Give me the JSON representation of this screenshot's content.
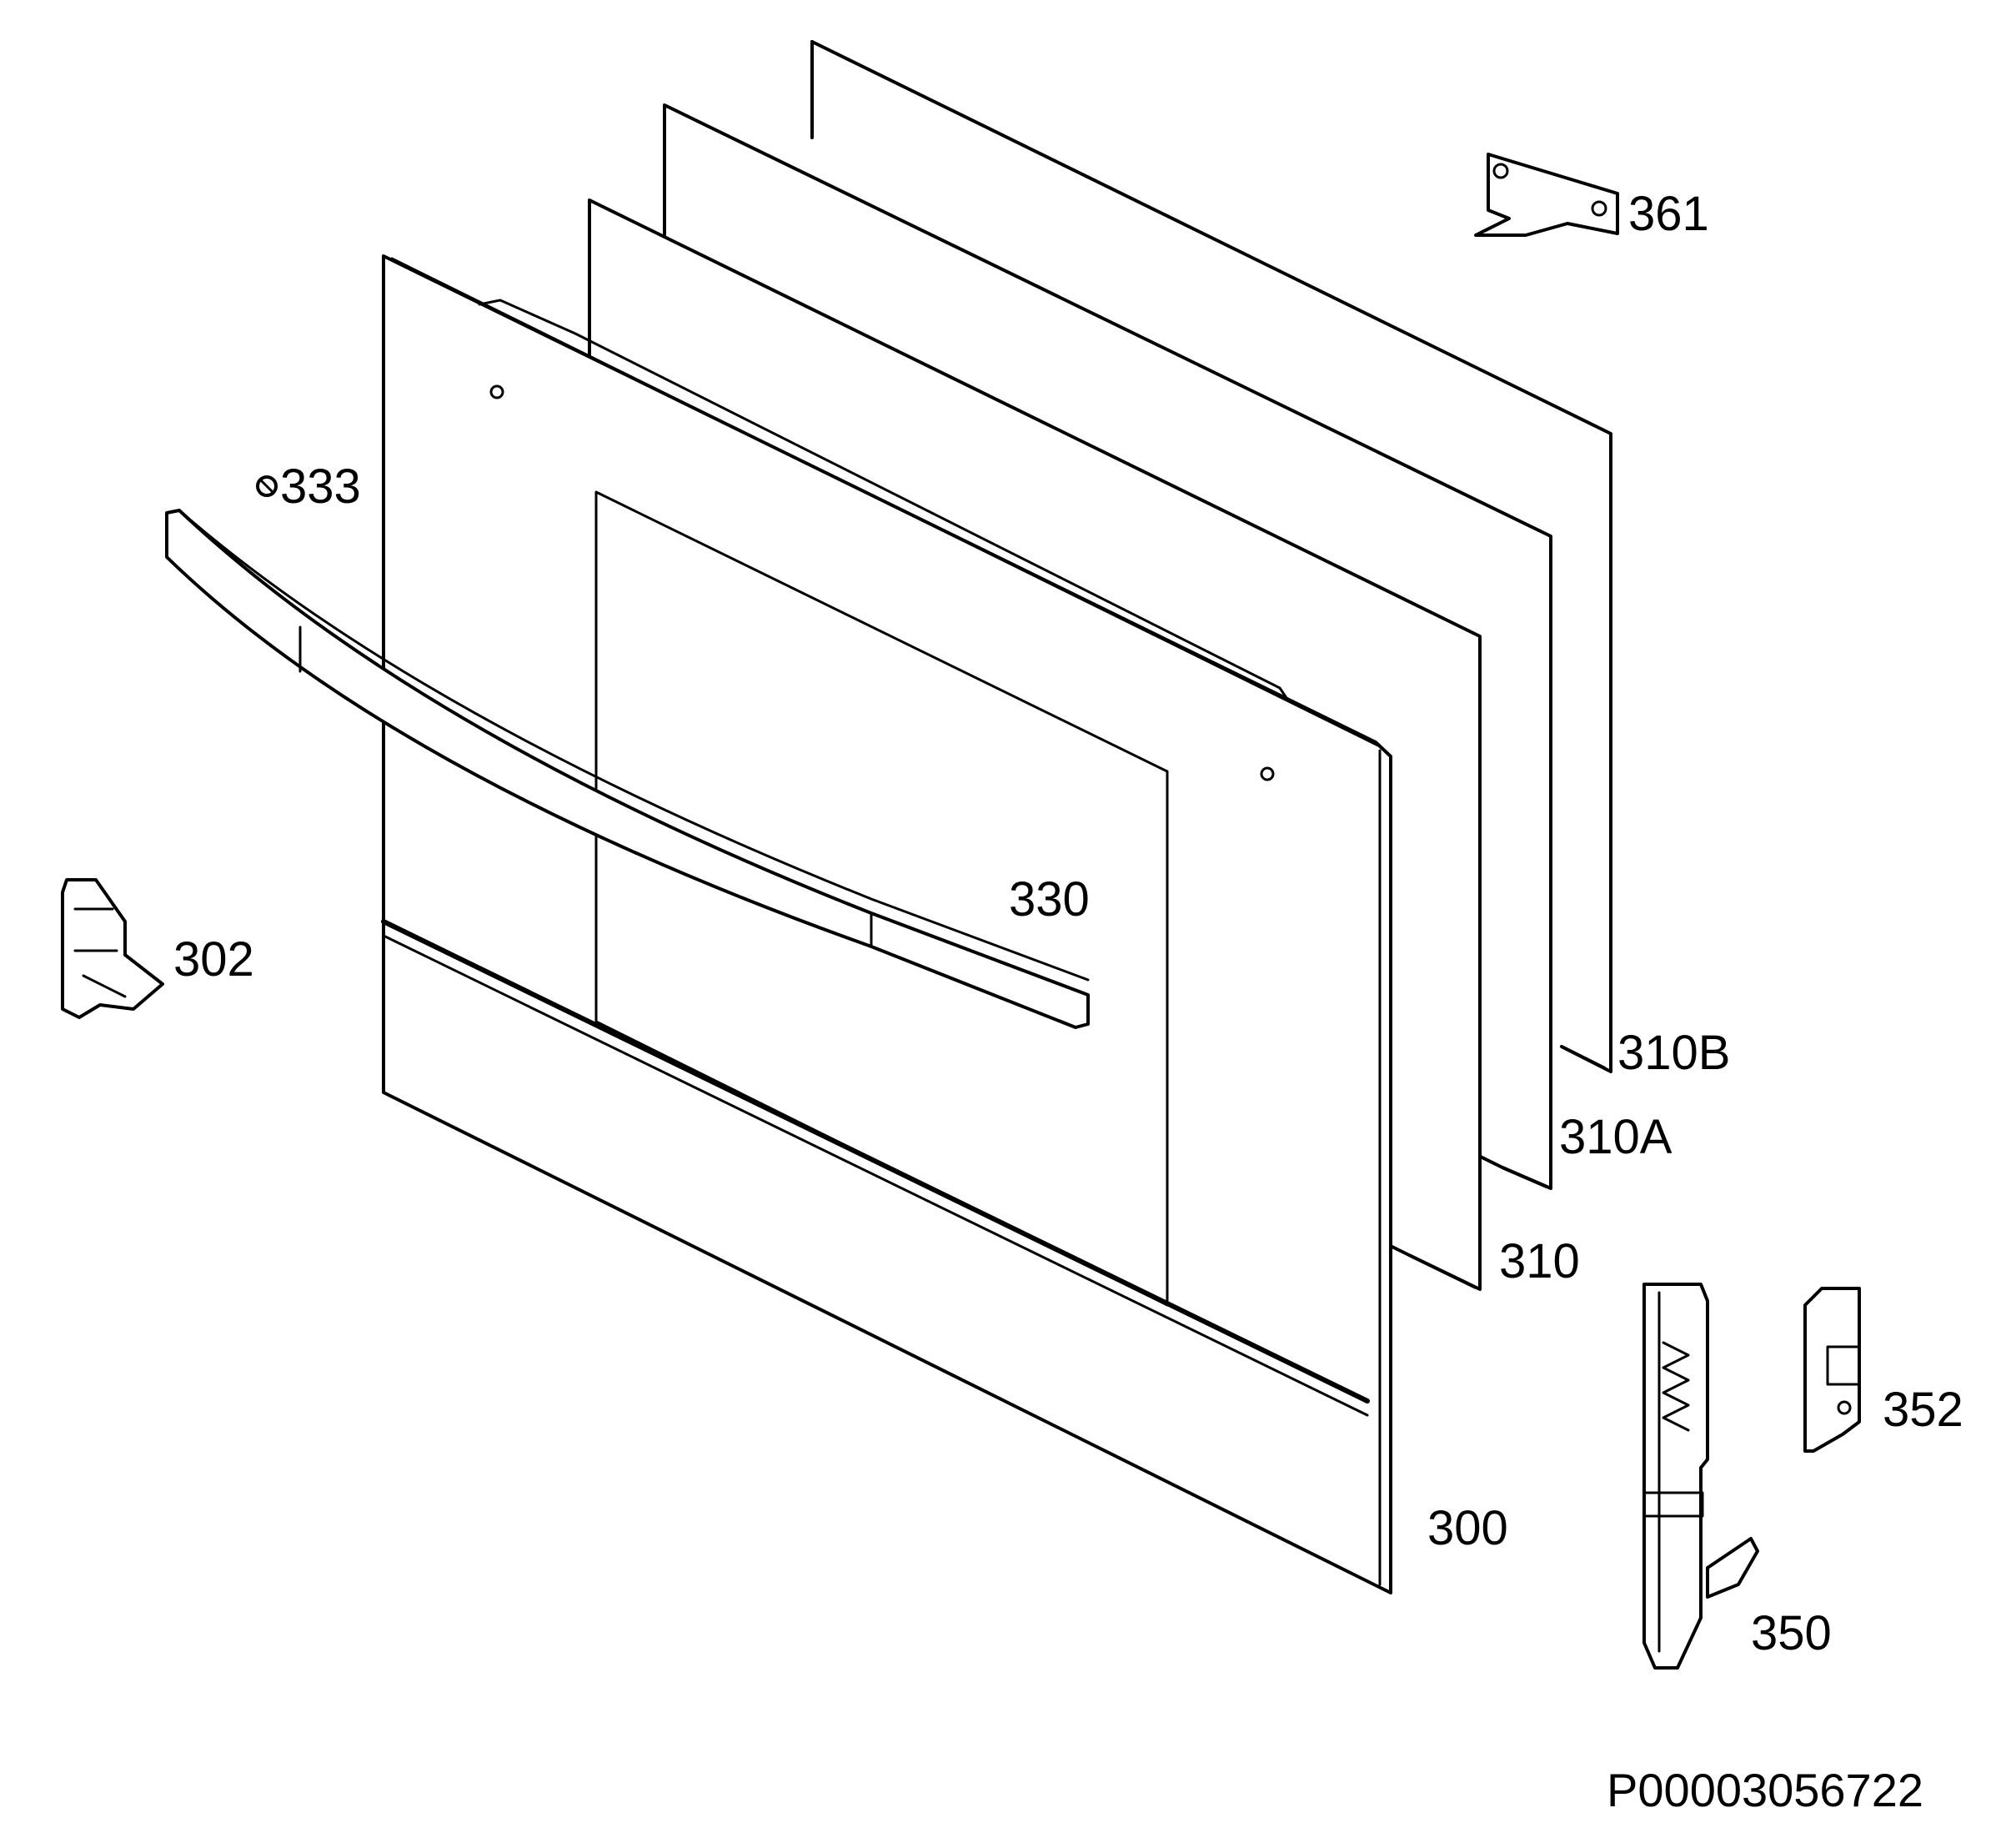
{
  "diagram": {
    "code": "P00003056722",
    "labels": {
      "p300": "300",
      "p302": "302",
      "p310": "310",
      "p310A": "310A",
      "p310B": "310B",
      "p330": "330",
      "p333": "333",
      "p350": "350",
      "p352": "352",
      "p361": "361"
    }
  }
}
